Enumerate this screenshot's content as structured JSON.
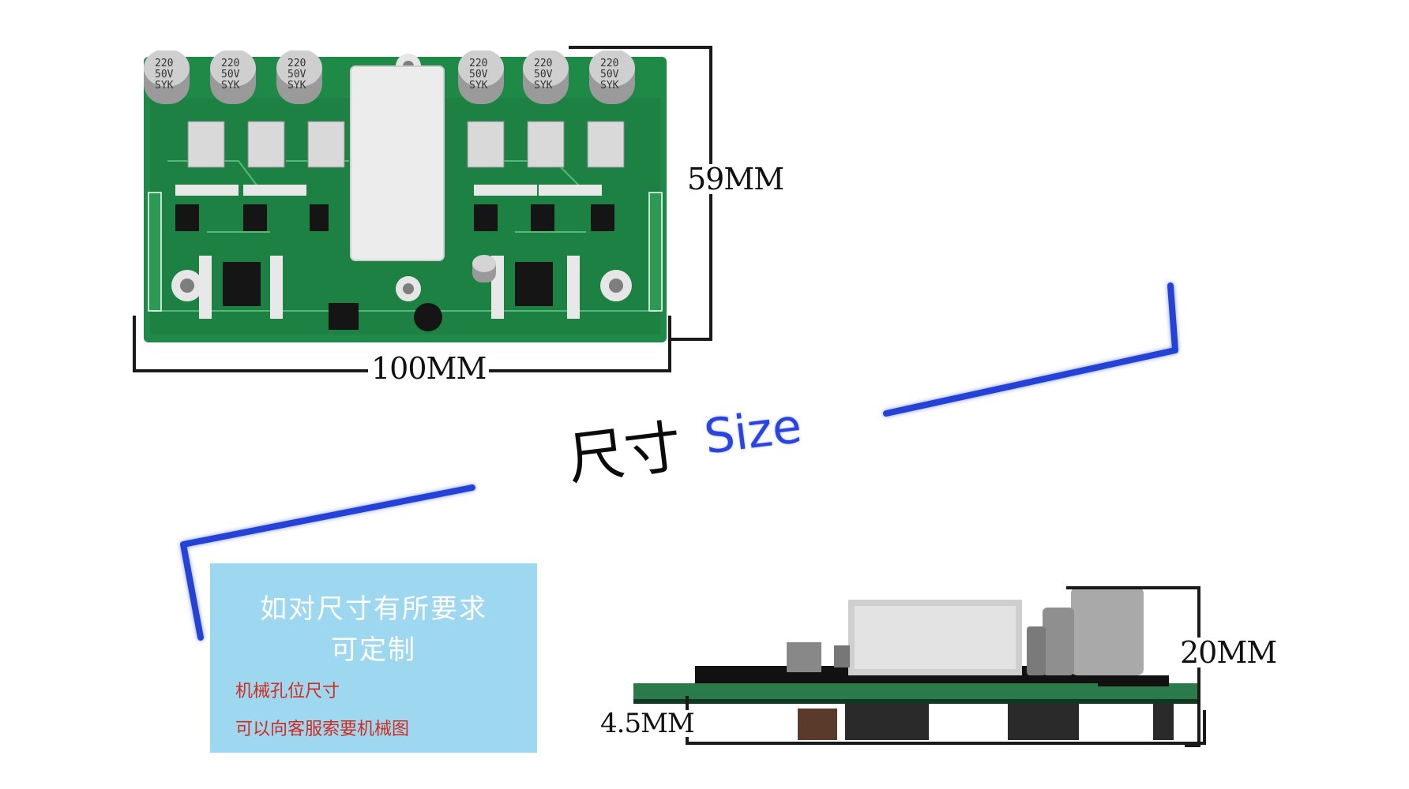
{
  "dimensions": {
    "height_top": "59MM",
    "width_top": "100MM",
    "height_side": "20MM",
    "offset_side": "4.5MM"
  },
  "title": {
    "chinese": "尺寸",
    "english": "Size"
  },
  "info_box": {
    "line1": "如对尺寸有所要求",
    "line2": "可定制",
    "line3": "机械孔位尺寸",
    "line4": "可以向客服索要机械图"
  },
  "capacitors": {
    "value": "220",
    "voltage": "50V",
    "brand": "SYK"
  },
  "colors": {
    "pcb_green": "#1f8a47",
    "accent_blue": "#2443d6",
    "info_bg": "#9ed7f0",
    "info_red": "#d22a1e"
  }
}
